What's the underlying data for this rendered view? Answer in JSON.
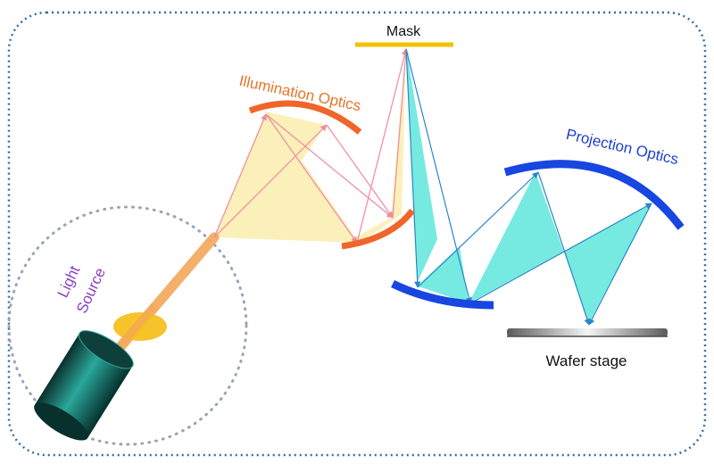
{
  "labels": {
    "mask": "Mask",
    "illumination_optics": "Illumination Optics",
    "projection_optics": "Projection Optics",
    "light_source_line1": "Light",
    "light_source_line2": "Source",
    "wafer_stage": "Wafer stage"
  },
  "colors": {
    "frame": "#2f6fa6",
    "illumination_text": "#e8742a",
    "illumination_mirror": "#f0652a",
    "illumination_beam_fill": "#fbeeb1",
    "illumination_ray": "#f08aa0",
    "projection_text": "#1f3fd0",
    "projection_mirror": "#1846e0",
    "projection_beam_fill": "#5ee6dc",
    "projection_ray": "#2a86c8",
    "mask": "#f2c200",
    "light_source_text": "#8a3fc4",
    "laser_beam": "#f3a85a",
    "aperture": "#f5c020",
    "source_body": "#1f7f78"
  }
}
